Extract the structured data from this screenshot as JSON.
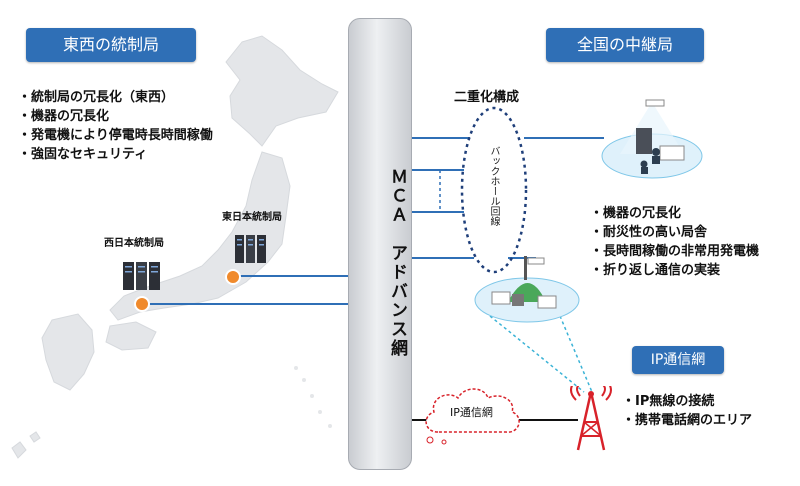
{
  "left_header": "東西の統制局",
  "right_header": "全国の中継局",
  "ip_header": "IP通信網",
  "left_bullets": [
    "統制局の冗長化（東西）",
    "機器の冗長化",
    "発電機により停電時長時間稼働",
    "強固なセキュリティ"
  ],
  "right_bullets": [
    "機器の冗長化",
    "耐災性の高い局舎",
    "長時間稼働の非常用発電機",
    "折り返し通信の実装"
  ],
  "ip_bullets": [
    "IP無線の接続",
    "携帯電話網のエリア"
  ],
  "spine_label": "ＭＣＡ　アドバンス網",
  "redundancy_label": "二重化構成",
  "backhaul_label": "バックホール回線",
  "east_center_label": "東日本統制局",
  "west_center_label": "西日本統制局",
  "cloud_label": "IP通信網",
  "colors": {
    "header_blue": "#2f6fb6",
    "link_blue": "#2f6fb6",
    "node_orange": "#f08a2c",
    "antenna_red": "#d8222a",
    "map_gray": "#e4e6e9"
  },
  "icons": [
    "map-of-japan",
    "server-rack-icon",
    "relay-station-icon",
    "cloud-icon",
    "antenna-tower-icon"
  ]
}
